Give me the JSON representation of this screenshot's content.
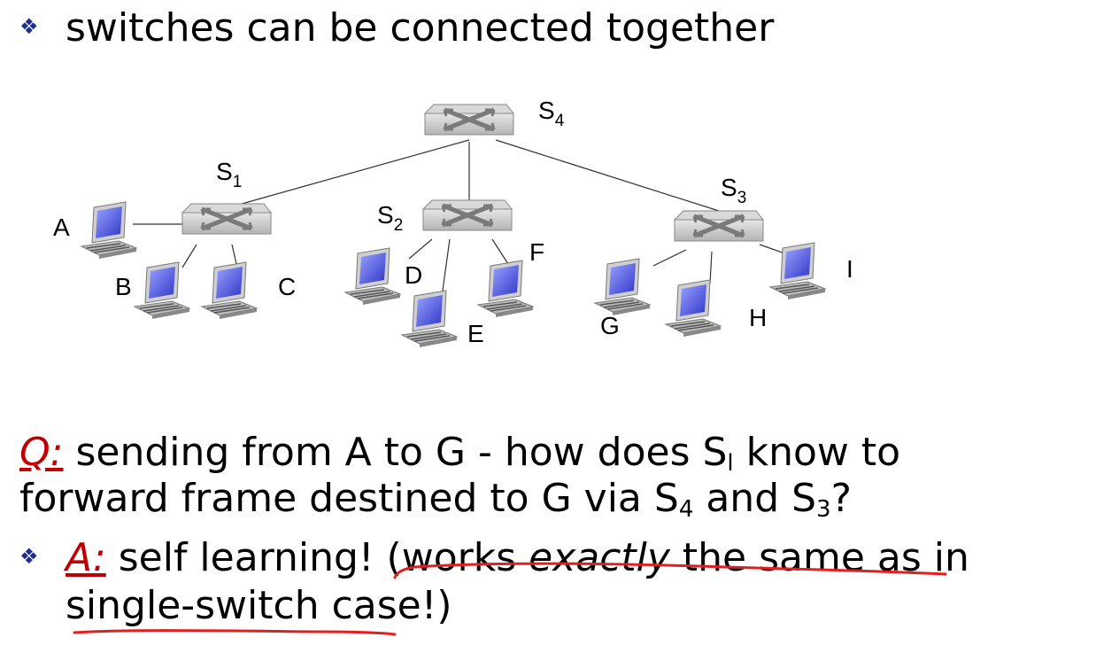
{
  "bullet1": "switches can be connected together",
  "diagram": {
    "switches": [
      {
        "id": "s4",
        "label": "S",
        "sub": "4"
      },
      {
        "id": "s1",
        "label": "S",
        "sub": "1"
      },
      {
        "id": "s2",
        "label": "S",
        "sub": "2"
      },
      {
        "id": "s3",
        "label": "S",
        "sub": "3"
      }
    ],
    "hosts": [
      "A",
      "B",
      "C",
      "D",
      "E",
      "F",
      "G",
      "H",
      "I"
    ]
  },
  "question": {
    "q_label": "Q:",
    "text1": " sending from A to G - how does S",
    "sub1": "l",
    "text2": " know to",
    "line2_a": "forward frame destined to G via S",
    "sub2": "4",
    "line2_b": " and S",
    "sub3": "3",
    "line2_c": "?"
  },
  "answer": {
    "a_label": "A:",
    "text1": " self learning! (works ",
    "emph": "exactly",
    "text2": " the same as in",
    "line2": "single-switch case!)"
  },
  "colors": {
    "accent_red": "#c00000",
    "bullet_blue": "#1f2f8c",
    "switch_gray": "#c8c8c8",
    "screen_blue": "#5a64e0"
  }
}
